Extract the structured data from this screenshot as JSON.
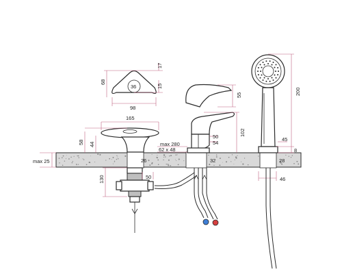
{
  "labels": {
    "d17": "17",
    "d68": "68",
    "d36": "36",
    "d15": "15",
    "d98": "98",
    "d55": "55",
    "d200": "200",
    "d165": "165",
    "d102": "102",
    "d58": "58",
    "d44": "44",
    "d50a": "50",
    "d54": "54",
    "dmax280": "max 280",
    "d62x48": "62 x 48",
    "d45": "45",
    "d8": "8",
    "dmax25": "max 25",
    "d26": "26",
    "d32": "32",
    "d28": "28",
    "d130": "130",
    "d50b": "50",
    "d46": "46"
  },
  "colors": {
    "stroke": "#2a2a2a",
    "dimension": "#c06080",
    "countertop": "#d9d9d9",
    "cold_valve": "#3f7fd6",
    "hot_valve": "#d63f3f"
  }
}
